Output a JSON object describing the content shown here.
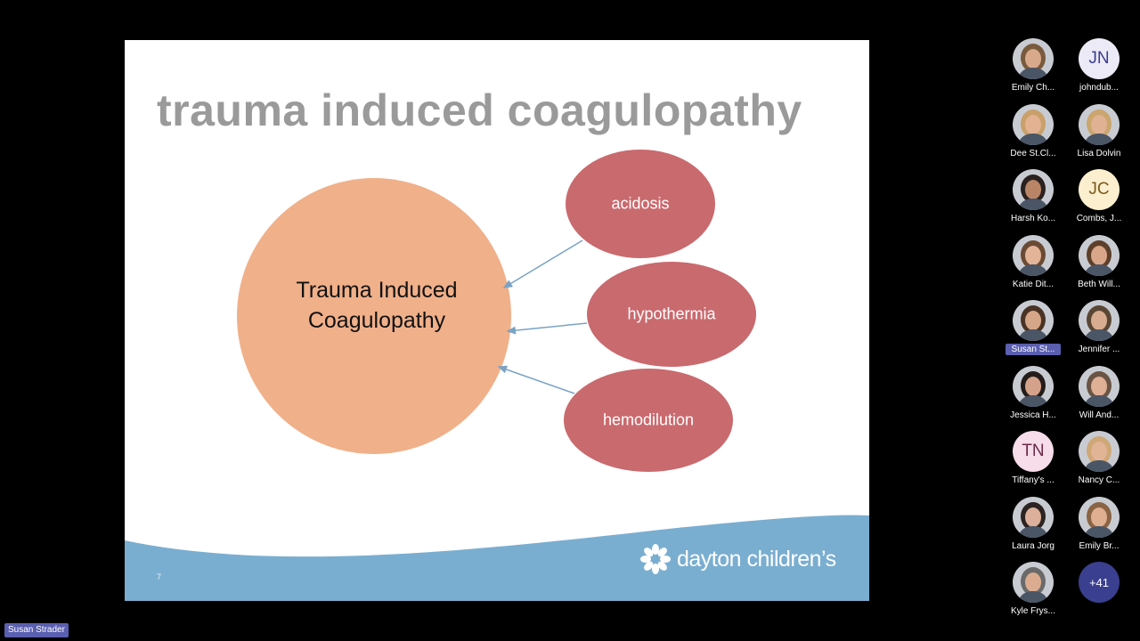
{
  "slide": {
    "title": "trauma induced coagulopathy",
    "main_node": {
      "line1": "Trauma Induced",
      "line2": "Coagulopathy"
    },
    "nodes": [
      "acidosis",
      "hypothermia",
      "hemodilution"
    ],
    "slide_number": "7",
    "logo_text": "dayton children’s",
    "colors": {
      "title": "#9a9a9a",
      "main_circle": "#f0b08a",
      "node_ellipse": "#c96a6e",
      "arrow": "#7aa3c4",
      "wave": "#7aaed0"
    }
  },
  "participants": [
    {
      "name": "Emily Ch...",
      "type": "photo",
      "skin": "#d9a98b",
      "hair": "#7a5a3c"
    },
    {
      "name": "johndub...",
      "type": "initials",
      "initials": "JN",
      "bg": "#eceaf7",
      "fg": "#3b3f8f"
    },
    {
      "name": "Dee St.Cl...",
      "type": "photo",
      "skin": "#e2b292",
      "hair": "#c9a06a"
    },
    {
      "name": "Lisa Dolvin",
      "type": "photo",
      "skin": "#e0b293",
      "hair": "#caa56e"
    },
    {
      "name": "Harsh Ko...",
      "type": "photo",
      "skin": "#b98566",
      "hair": "#2b2220"
    },
    {
      "name": "Combs, J...",
      "type": "initials",
      "initials": "JC",
      "bg": "#fbefd0",
      "fg": "#7a5a1c"
    },
    {
      "name": "Katie Dit...",
      "type": "photo",
      "skin": "#e3b498",
      "hair": "#6b4a34"
    },
    {
      "name": "Beth Will...",
      "type": "photo",
      "skin": "#d9a68a",
      "hair": "#5e3f2a"
    },
    {
      "name": "Susan St...",
      "type": "photo",
      "skin": "#d6a688",
      "hair": "#4a3324",
      "active": true
    },
    {
      "name": "Jennifer ...",
      "type": "photo",
      "skin": "#d8ac90",
      "hair": "#5a4634"
    },
    {
      "name": "Jessica H...",
      "type": "photo",
      "skin": "#d4a28a",
      "hair": "#241c1a"
    },
    {
      "name": "Will And...",
      "type": "photo",
      "skin": "#e0b096",
      "hair": "#6a5444"
    },
    {
      "name": "Tiffany's ...",
      "type": "initials",
      "initials": "TN",
      "bg": "#f7dcea",
      "fg": "#6a2a4a"
    },
    {
      "name": "Nancy C...",
      "type": "photo",
      "skin": "#e2b496",
      "hair": "#cfa877"
    },
    {
      "name": "Laura Jorg",
      "type": "photo",
      "skin": "#dcb09a",
      "hair": "#2c2422"
    },
    {
      "name": "Emily Br...",
      "type": "photo",
      "skin": "#e0ae90",
      "hair": "#8a6444"
    },
    {
      "name": "Kyle Frys...",
      "type": "photo",
      "skin": "#dcac90",
      "hair": "#6a6a6a"
    },
    {
      "name": "",
      "type": "more",
      "label": "+41"
    }
  ],
  "speaker_tag": "Susan Strader"
}
